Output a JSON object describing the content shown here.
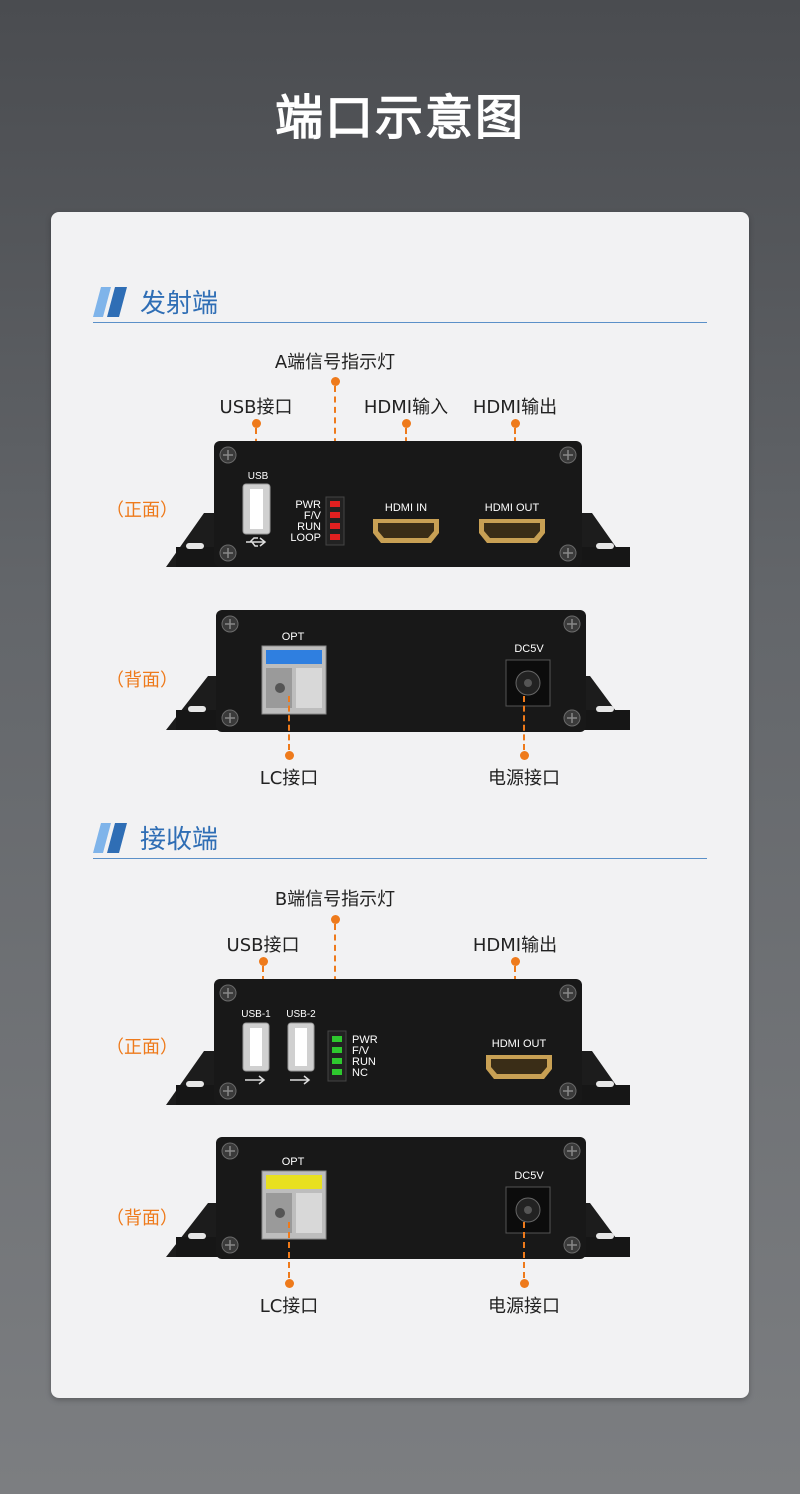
{
  "page_title": "端口示意图",
  "transmitter": {
    "section_title": "发射端",
    "front_label": "（正面）",
    "back_label": "（背面）",
    "callouts": {
      "led": "A端信号指示灯",
      "usb": "USB接口",
      "hdmi_in": "HDMI输入",
      "hdmi_out": "HDMI输出",
      "lc": "LC接口",
      "power": "电源接口"
    },
    "front_panel": {
      "usb": "USB",
      "leds": [
        "PWR",
        "F/V",
        "RUN",
        "LOOP"
      ],
      "led_color": "#e02020",
      "hdmi_in": "HDMI IN",
      "hdmi_out": "HDMI OUT"
    },
    "back_panel": {
      "opt": "OPT",
      "dc": "DC5V",
      "sfp_color": "#2f7fe0"
    }
  },
  "receiver": {
    "section_title": "接收端",
    "front_label": "（正面）",
    "back_label": "（背面）",
    "callouts": {
      "led": "B端信号指示灯",
      "usb": "USB接口",
      "hdmi_out": "HDMI输出",
      "lc": "LC接口",
      "power": "电源接口"
    },
    "front_panel": {
      "usb1": "USB-1",
      "usb2": "USB-2",
      "leds": [
        "PWR",
        "F/V",
        "RUN",
        "NC"
      ],
      "led_color": "#2ec82e",
      "hdmi_out": "HDMI OUT"
    },
    "back_panel": {
      "opt": "OPT",
      "dc": "DC5V",
      "sfp_color": "#e8e020"
    }
  },
  "colors": {
    "accent_orange": "#ee7a1b",
    "section_blue": "#2f6eb5",
    "hdmi_gold": "#c8a054"
  }
}
